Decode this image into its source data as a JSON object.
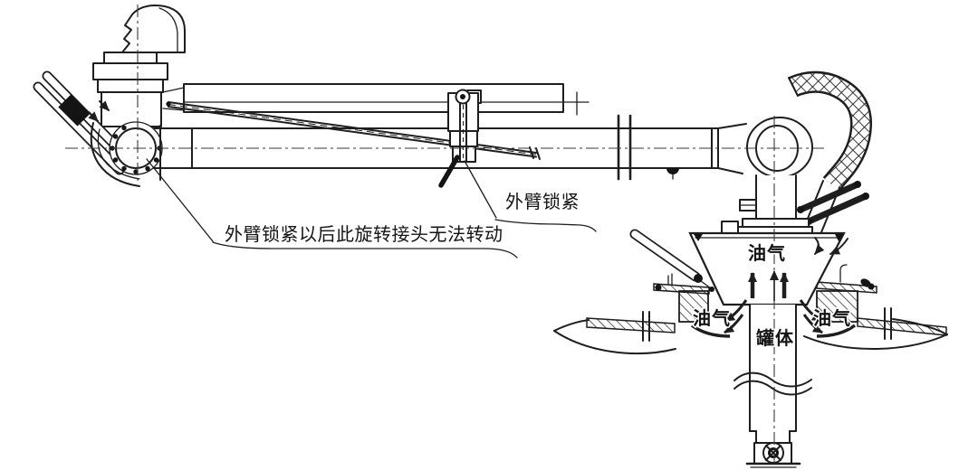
{
  "diagram": {
    "type": "technical-line-drawing",
    "subject": "loading-arm-and-tank-vapor-schematic",
    "colors": {
      "background": "#ffffff",
      "line": "#1e1e1e",
      "text": "#141414"
    },
    "callouts": {
      "rotary_joint_note": "外臂锁紧以后此旋转接头无法转动",
      "outer_arm_lock": "外臂锁紧"
    },
    "flow_labels": {
      "vapor_top": "油气",
      "vapor_left": "油气",
      "vapor_right": "油气"
    },
    "part_labels": {
      "tank_body": "罐体"
    }
  }
}
